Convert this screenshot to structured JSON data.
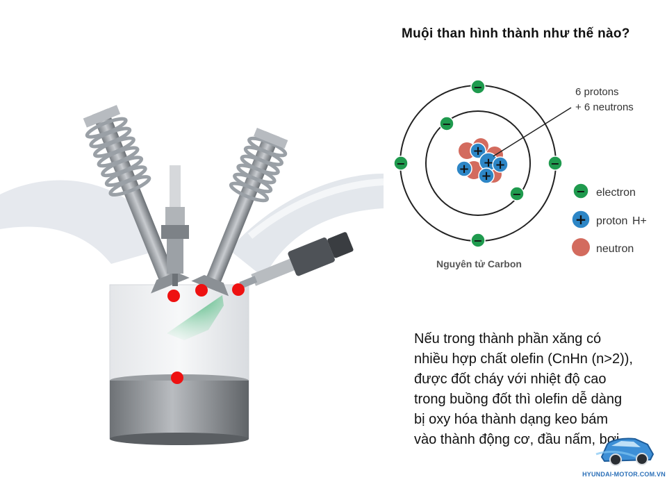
{
  "title": "Muội than hình thành như thế nào?",
  "atom": {
    "nucleus_label_line1": "6 protons",
    "nucleus_label_line2": "+ 6 neutrons",
    "caption": "Nguyên tử Carbon",
    "legend": [
      {
        "key": "electron",
        "label": "electron",
        "color": "#1f9a4e"
      },
      {
        "key": "proton",
        "label": "proton",
        "color": "#2d86c6"
      },
      {
        "key": "neutron",
        "label": "neutron",
        "color": "#d36b5e"
      }
    ],
    "proton_extra": "H+",
    "electron_symbol": "−",
    "proton_symbol": "+"
  },
  "description": {
    "lines": [
      "Nếu trong thành phần xăng có",
      "nhiều hợp chất olefin (CnHn (n>2)),",
      "được đốt cháy với nhiệt độ cao",
      "trong buồng đốt thì olefin dễ dàng",
      "bị oxy hóa thành dạng keo bám",
      "vào thành động cơ, đầu nấm, bơi."
    ]
  },
  "logo": {
    "text": "HYUNDAI-MOTOR.COM.VN"
  },
  "colors": {
    "marker": "#ee1111",
    "spray": "#5cc48a",
    "metal": "#8f9499"
  }
}
